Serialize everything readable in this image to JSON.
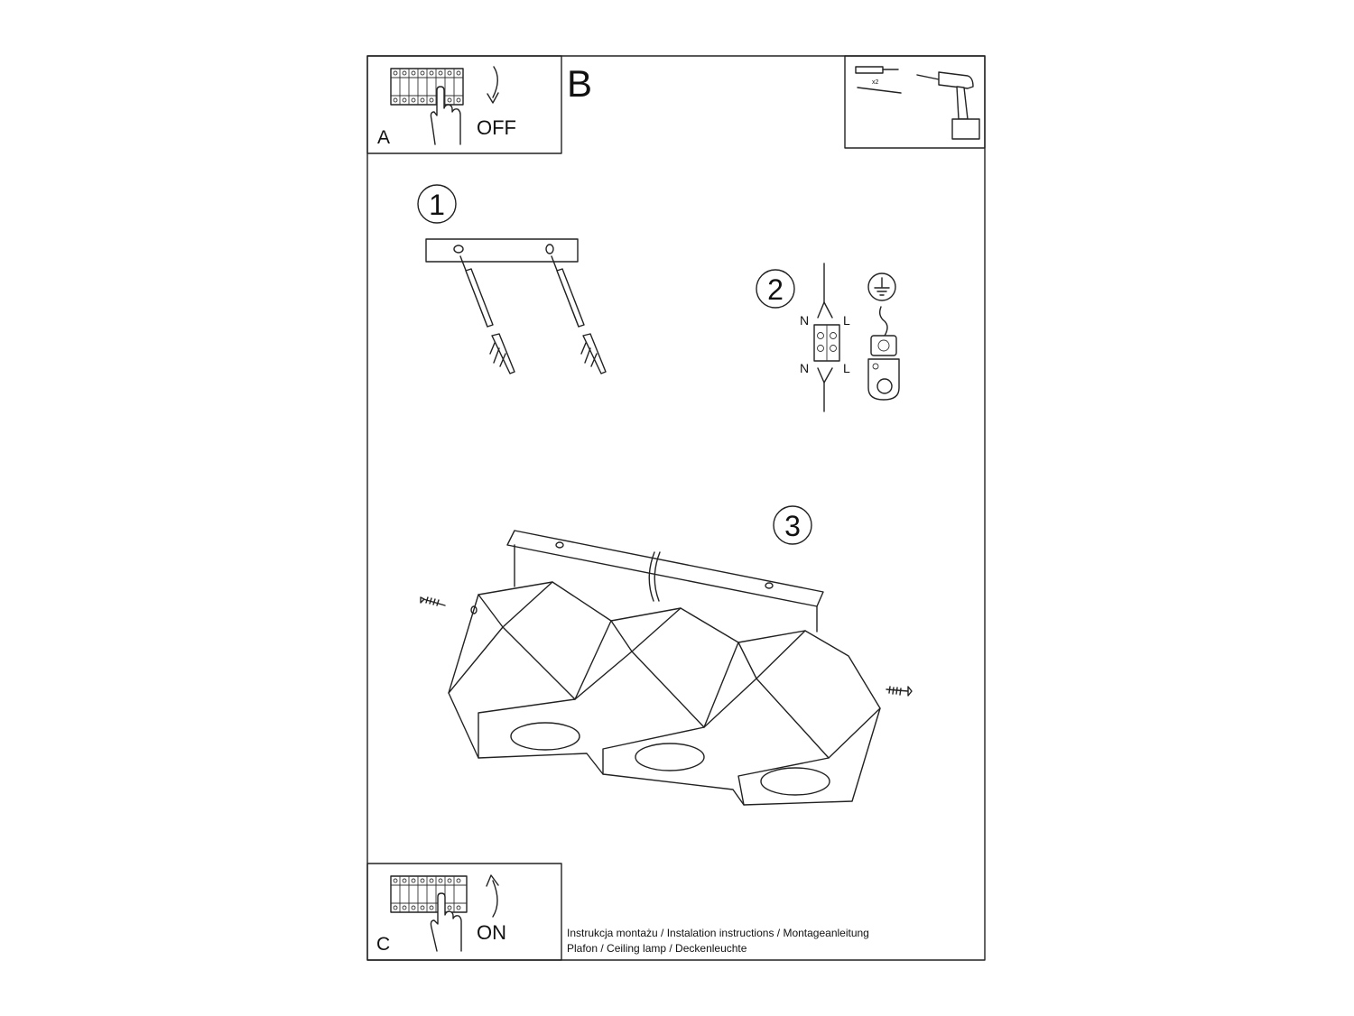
{
  "panels": {
    "a": {
      "letter": "A",
      "switch_label": "OFF"
    },
    "b": {
      "letter": "B",
      "quantity": "x2"
    },
    "c": {
      "letter": "C",
      "switch_label": "ON"
    }
  },
  "steps": {
    "step1": {
      "number": "1"
    },
    "step2": {
      "number": "2",
      "neutral_top": "N",
      "live_top": "L",
      "neutral_bottom": "N",
      "live_bottom": "L"
    },
    "step3": {
      "number": "3"
    }
  },
  "footer": {
    "line1": "Instrukcja montażu / Instalation instructions / Montageanleitung",
    "line2": "Plafon / Ceiling lamp / Deckenleuchte"
  }
}
